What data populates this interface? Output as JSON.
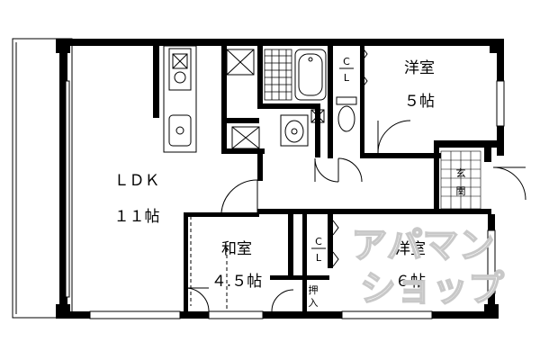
{
  "rooms": {
    "ldk": {
      "name": "ＬＤＫ",
      "size": "１１帖"
    },
    "western_north": {
      "name": "洋室",
      "size": "５帖"
    },
    "japanese": {
      "name": "和室",
      "size": "４.５帖"
    },
    "western_south": {
      "name": "洋室",
      "size": "６帖"
    }
  },
  "closets": {
    "north": {
      "c": "C",
      "l": "L"
    },
    "south": {
      "c": "C",
      "l": "L"
    },
    "oshiire": {
      "line1": "押",
      "line2": "入"
    }
  },
  "entrance": {
    "line1": "玄",
    "line2": "関"
  },
  "watermark": {
    "line1": "アパマン",
    "line2": "ショップ"
  },
  "colors": {
    "wall": "#000000",
    "background": "#ffffff",
    "fixture_fill": "#eeeeee",
    "watermark": "#c8c8c8"
  }
}
